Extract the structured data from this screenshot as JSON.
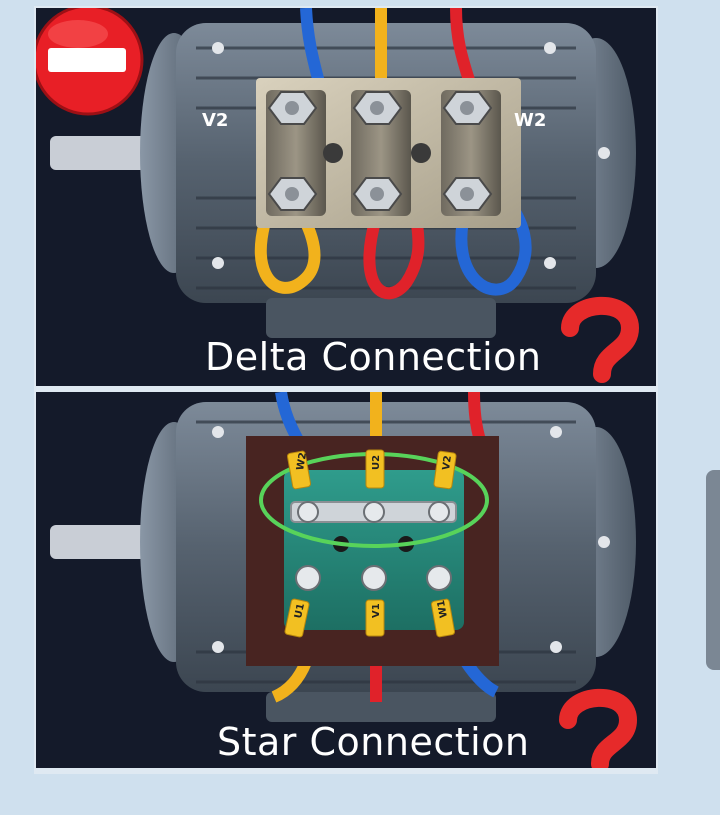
{
  "captions": {
    "delta": "Delta Connection",
    "star": "Star Connection"
  },
  "delta_terminals": {
    "left": "V2",
    "right": "W2"
  },
  "star_terminals": {
    "top_left": "W2",
    "top_middle": "U2",
    "top_right": "V2",
    "bottom_left": "U1",
    "bottom_middle": "V1",
    "bottom_right": "W1"
  },
  "icons": {
    "no_entry": "no-entry-icon",
    "question_top": "question-mark-icon",
    "question_bottom": "question-mark-icon"
  },
  "colors": {
    "background": "#141a2a",
    "motor_body": "#5e6a78",
    "wire_red": "#e0222a",
    "wire_blue": "#2467d6",
    "wire_yellow": "#f2b21c",
    "highlight_ring": "#58d35a",
    "question_red": "#e62a2a"
  }
}
